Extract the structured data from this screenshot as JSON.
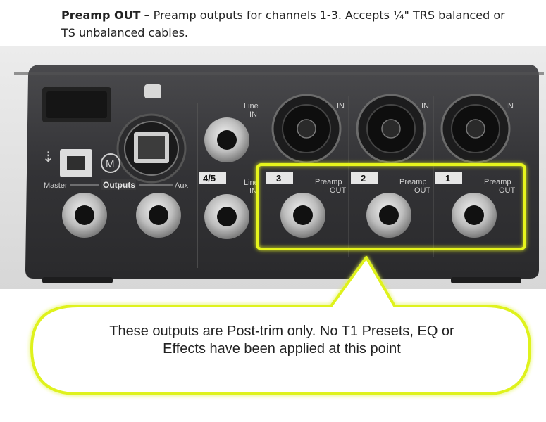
{
  "header": {
    "title": "Preamp OUT",
    "description": "– Preamp outputs for channels 1-3. Accepts ¼\" TRS balanced or TS unbalanced cables."
  },
  "panel": {
    "master_label": "Master",
    "outputs_label": "Outputs",
    "aux_label": "Aux",
    "channel_45_label": "4/5",
    "line_in_label_top": "Line\nIN",
    "line_in_label_bottom": "Line\nIN",
    "channels": [
      {
        "number": "3",
        "out_label": "Preamp\nOUT",
        "in_label": "IN"
      },
      {
        "number": "2",
        "out_label": "Preamp\nOUT",
        "in_label": "IN"
      },
      {
        "number": "1",
        "out_label": "Preamp\nOUT",
        "in_label": "IN"
      }
    ],
    "usb_icon": "usb-icon",
    "logo_icon": "m-logo-icon"
  },
  "callout": {
    "text": "These outputs are Post-trim only. No T1 Presets, EQ or Effects have been applied at this point"
  },
  "colors": {
    "highlight": "#e6f51c",
    "device_body": "#3a3a3c",
    "panel_face": "#2e2e30",
    "callout_border": "#dff21a"
  }
}
